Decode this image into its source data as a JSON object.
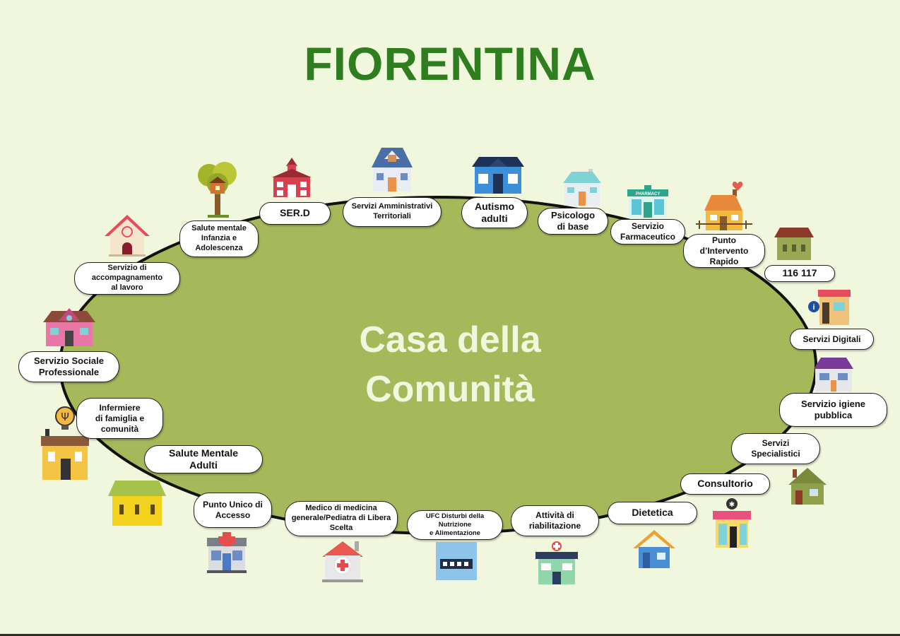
{
  "title": "FIORENTINA",
  "center": {
    "line1": "Casa della",
    "line2": "Comunità"
  },
  "colors": {
    "background": "#f1f7dc",
    "title": "#2e7d1f",
    "ellipse_fill": "#a5b85a",
    "ellipse_stroke": "#111111",
    "center_text": "#f1f7dc"
  },
  "services": {
    "serd": "SER.D",
    "amministrativi": "Servizi Amministrativi\nTerritoriali",
    "autismo": "Autismo\nadulti",
    "psicologo": "Psicologo\ndi base",
    "farmaceutico": "Servizio\nFarmaceutico",
    "punto_intervento": "Punto\nd’Intervento\nRapido",
    "numeri": "116  117",
    "digitali": "Servizi Digitali",
    "igiene": "Servizio igiene\npubblica",
    "specialistici": "Servizi\nSpecialistici",
    "consultorio": "Consultorio",
    "dietetica": "Dietetica",
    "riabilitazione": "Attività di\nriabilitazione",
    "ufc": "UFC Disturbi della\nNutrizione\ne  Alimentazione",
    "medico": "Medico di medicina\ngenerale/Pediatra di Libera\nScelta",
    "punto_unico": "Punto Unico di\nAccesso",
    "salute_mentale_adulti": "Salute Mentale\nAdulti",
    "infermiere": "Infermiere\ndi famiglia e\ncomunità",
    "sociale": "Servizio Sociale\nProfessionale",
    "lavoro": "Servizio di\naccompagnamento\nal lavoro",
    "salute_infanzia": "Salute mentale\nInfanzia e\nAdolescenza"
  },
  "icons": {
    "pharmacy_sign": "PHARMACY",
    "info_badge": "i",
    "list": [
      "house-icon",
      "school-house-icon",
      "tree-house-icon",
      "pharmacy-icon",
      "shop-icon",
      "hospital-icon",
      "clinic-icon",
      "building-icon",
      "lightbulb-icon",
      "info-icon"
    ]
  }
}
